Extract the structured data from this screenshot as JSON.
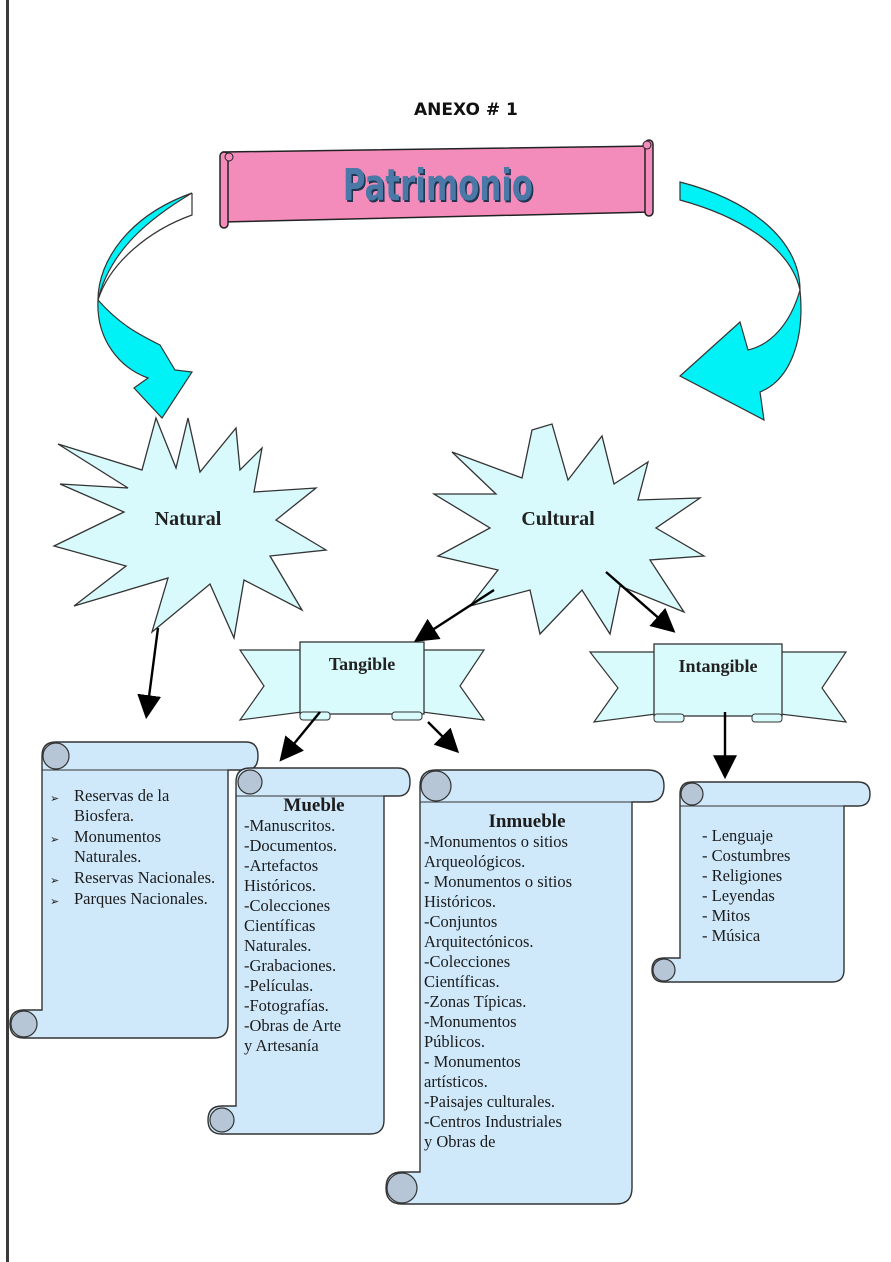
{
  "annex_label": "ANEXO # 1",
  "title": "Patrimonio",
  "natural": "Natural",
  "cultural": "Cultural",
  "tangible": "Tangible",
  "intangible": "Intangible",
  "natural_items": [
    "Reservas de la Biosfera.",
    "Monumentos Naturales.",
    "Reservas Nacionales.",
    "Parques Nacionales."
  ],
  "mueble": {
    "heading": "Mueble",
    "lines": [
      "-Manuscritos.",
      "-Documentos.",
      "-Artefactos",
      "Históricos.",
      "-Colecciones",
      "Científicas",
      "Naturales.",
      "-Grabaciones.",
      "-Películas.",
      "-Fotografías.",
      "-Obras de Arte",
      "y Artesanía"
    ]
  },
  "inmueble": {
    "heading": "Inmueble",
    "lines": [
      "-Monumentos o sitios",
      "Arqueológicos.",
      "- Monumentos o sitios",
      "Históricos.",
      "-Conjuntos",
      "Arquitectónicos.",
      "-Colecciones",
      "Científicas.",
      "-Zonas Típicas.",
      "-Monumentos",
      "Públicos.",
      "- Monumentos",
      "artísticos.",
      "-Paisajes culturales.",
      "-Centros Industriales",
      "y Obras de"
    ]
  },
  "intangible_items": [
    "- Lenguaje",
    "- Costumbres",
    "- Religiones",
    "- Leyendas",
    "- Mitos",
    "- Música"
  ],
  "colors": {
    "title_fill": "#f48cbb",
    "arrow_fill": "#00f2f6",
    "star_fill": "#d8fafc",
    "ribbon_fill": "#d9fbfc",
    "scroll_fill": "#cfe9fb",
    "scroll_curl": "#b6c6d6",
    "title_text": "#4a79a8"
  }
}
